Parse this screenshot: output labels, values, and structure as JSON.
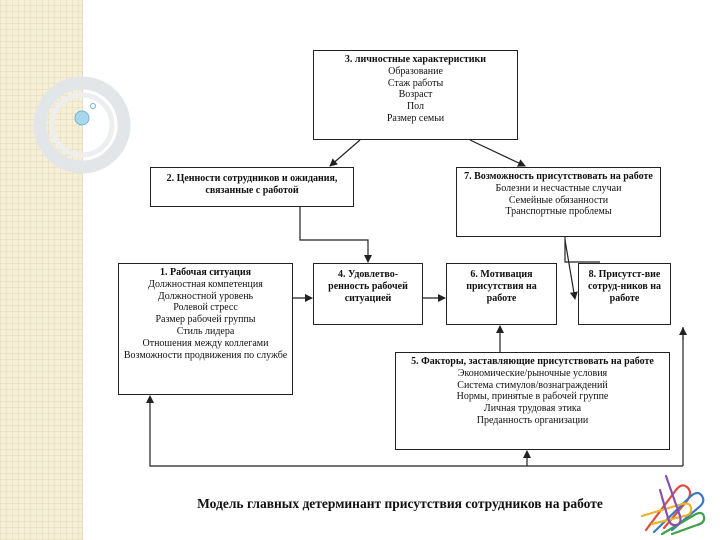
{
  "boxes": {
    "b3": {
      "title": "3. личностные характеристики",
      "items": [
        "Образование",
        "Стаж работы",
        "Возраст",
        "Пол",
        "Размер семьи"
      ]
    },
    "b2": {
      "title": "2. Ценности сотрудников и ожидания, связанные с работой",
      "items": []
    },
    "b7": {
      "title": "7. Возможность присутствовать на работе",
      "items": [
        "Болезни и несчастные случаи",
        "Семейные обязанности",
        "Транспортные проблемы"
      ]
    },
    "b1": {
      "title": "1. Рабочая ситуация",
      "items": [
        "Должностная компетенция",
        "Должностной уровень",
        "Ролевой стресс",
        "Размер рабочей группы",
        "Стиль лидера",
        "Отношения между коллегами",
        "Возможности продвижения по службе"
      ]
    },
    "b4": {
      "title": "4. Удовлетво-ренность рабочей ситуацией",
      "items": []
    },
    "b6": {
      "title": "6. Мотивация присутствия на работе",
      "items": []
    },
    "b8": {
      "title": "8. Присутст-вие сотруд-ников на работе",
      "items": []
    },
    "b5": {
      "title": "5. Факторы, заставляющие присутствовать на работе",
      "items": [
        "Экономические/рыночные условия",
        "Система стимулов/вознаграждений",
        "Нормы, принятые в рабочей группе",
        "Личная трудовая этика",
        "Преданность организации"
      ]
    }
  },
  "caption": "Модель главных детерминант присутствия сотрудников на работе"
}
